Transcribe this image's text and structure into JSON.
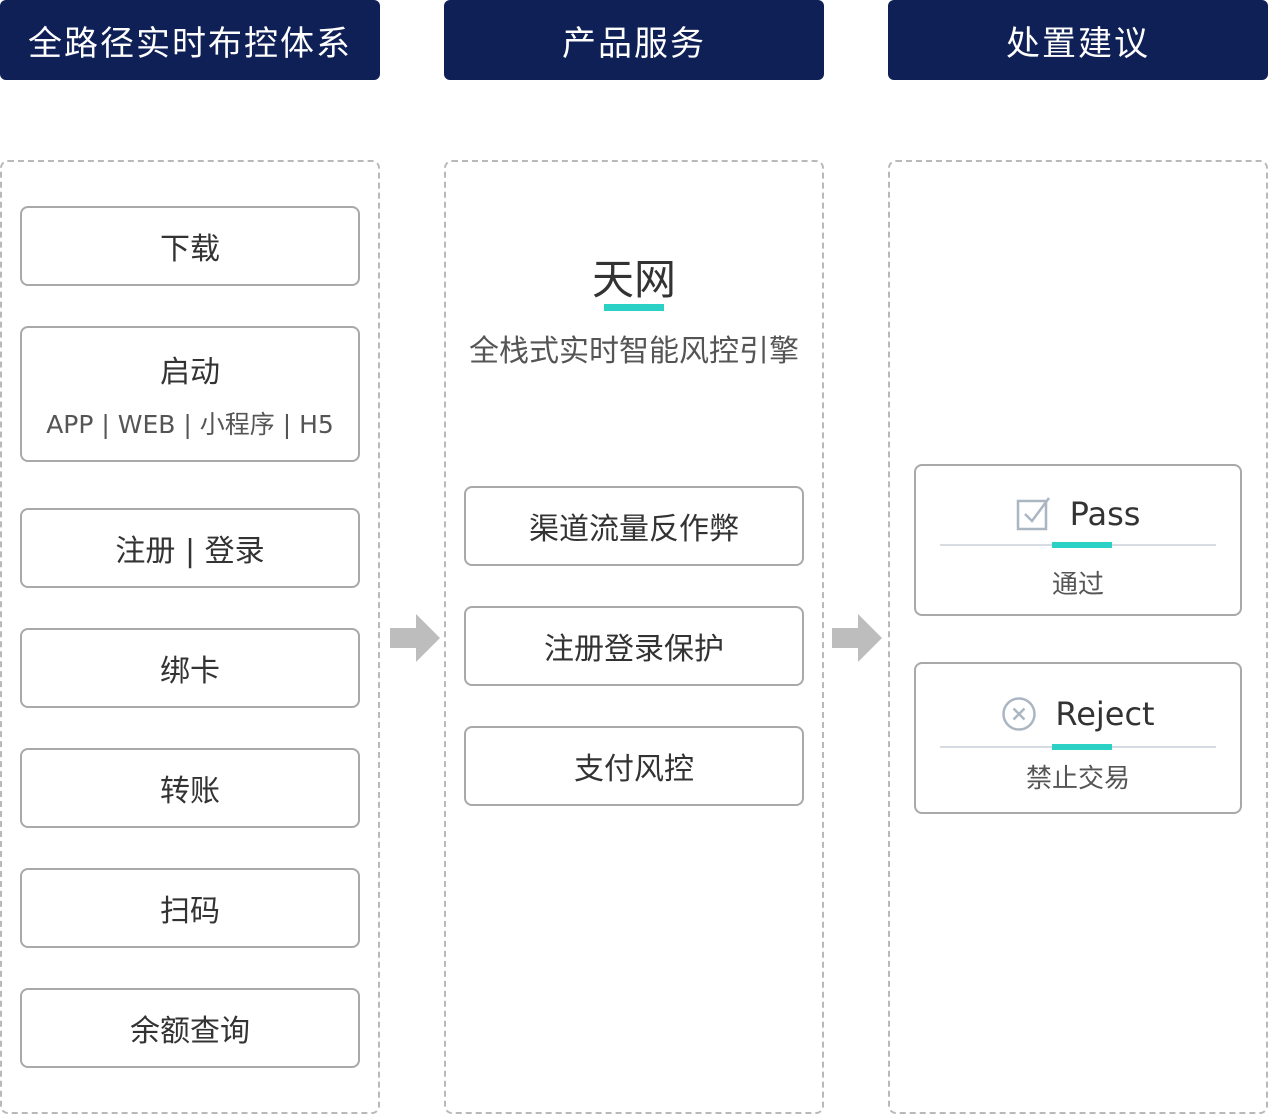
{
  "headers": {
    "col1": "全路径实时布控体系",
    "col2": "产品服务",
    "col3": "处置建议"
  },
  "scenarios": {
    "download": "下载",
    "launch": "启动",
    "launch_platforms": "APP | WEB | 小程序 | H5",
    "register_login": "注册 | 登录",
    "bind_card": "绑卡",
    "transfer": "转账",
    "scan": "扫码",
    "balance": "余额查询"
  },
  "product": {
    "brand": "天网",
    "tagline": "全栈式实时智能风控引擎",
    "services": [
      "渠道流量反作弊",
      "注册登录保护",
      "支付风控"
    ]
  },
  "results": {
    "pass": {
      "title": "Pass",
      "label": "通过",
      "icon": "checkbox-check-icon"
    },
    "reject": {
      "title": "Reject",
      "label": "禁止交易",
      "icon": "circle-x-icon"
    }
  },
  "colors": {
    "header_bg": "#0f2056",
    "accent": "#2bd1c4",
    "arrow": "#bdbdbd"
  }
}
